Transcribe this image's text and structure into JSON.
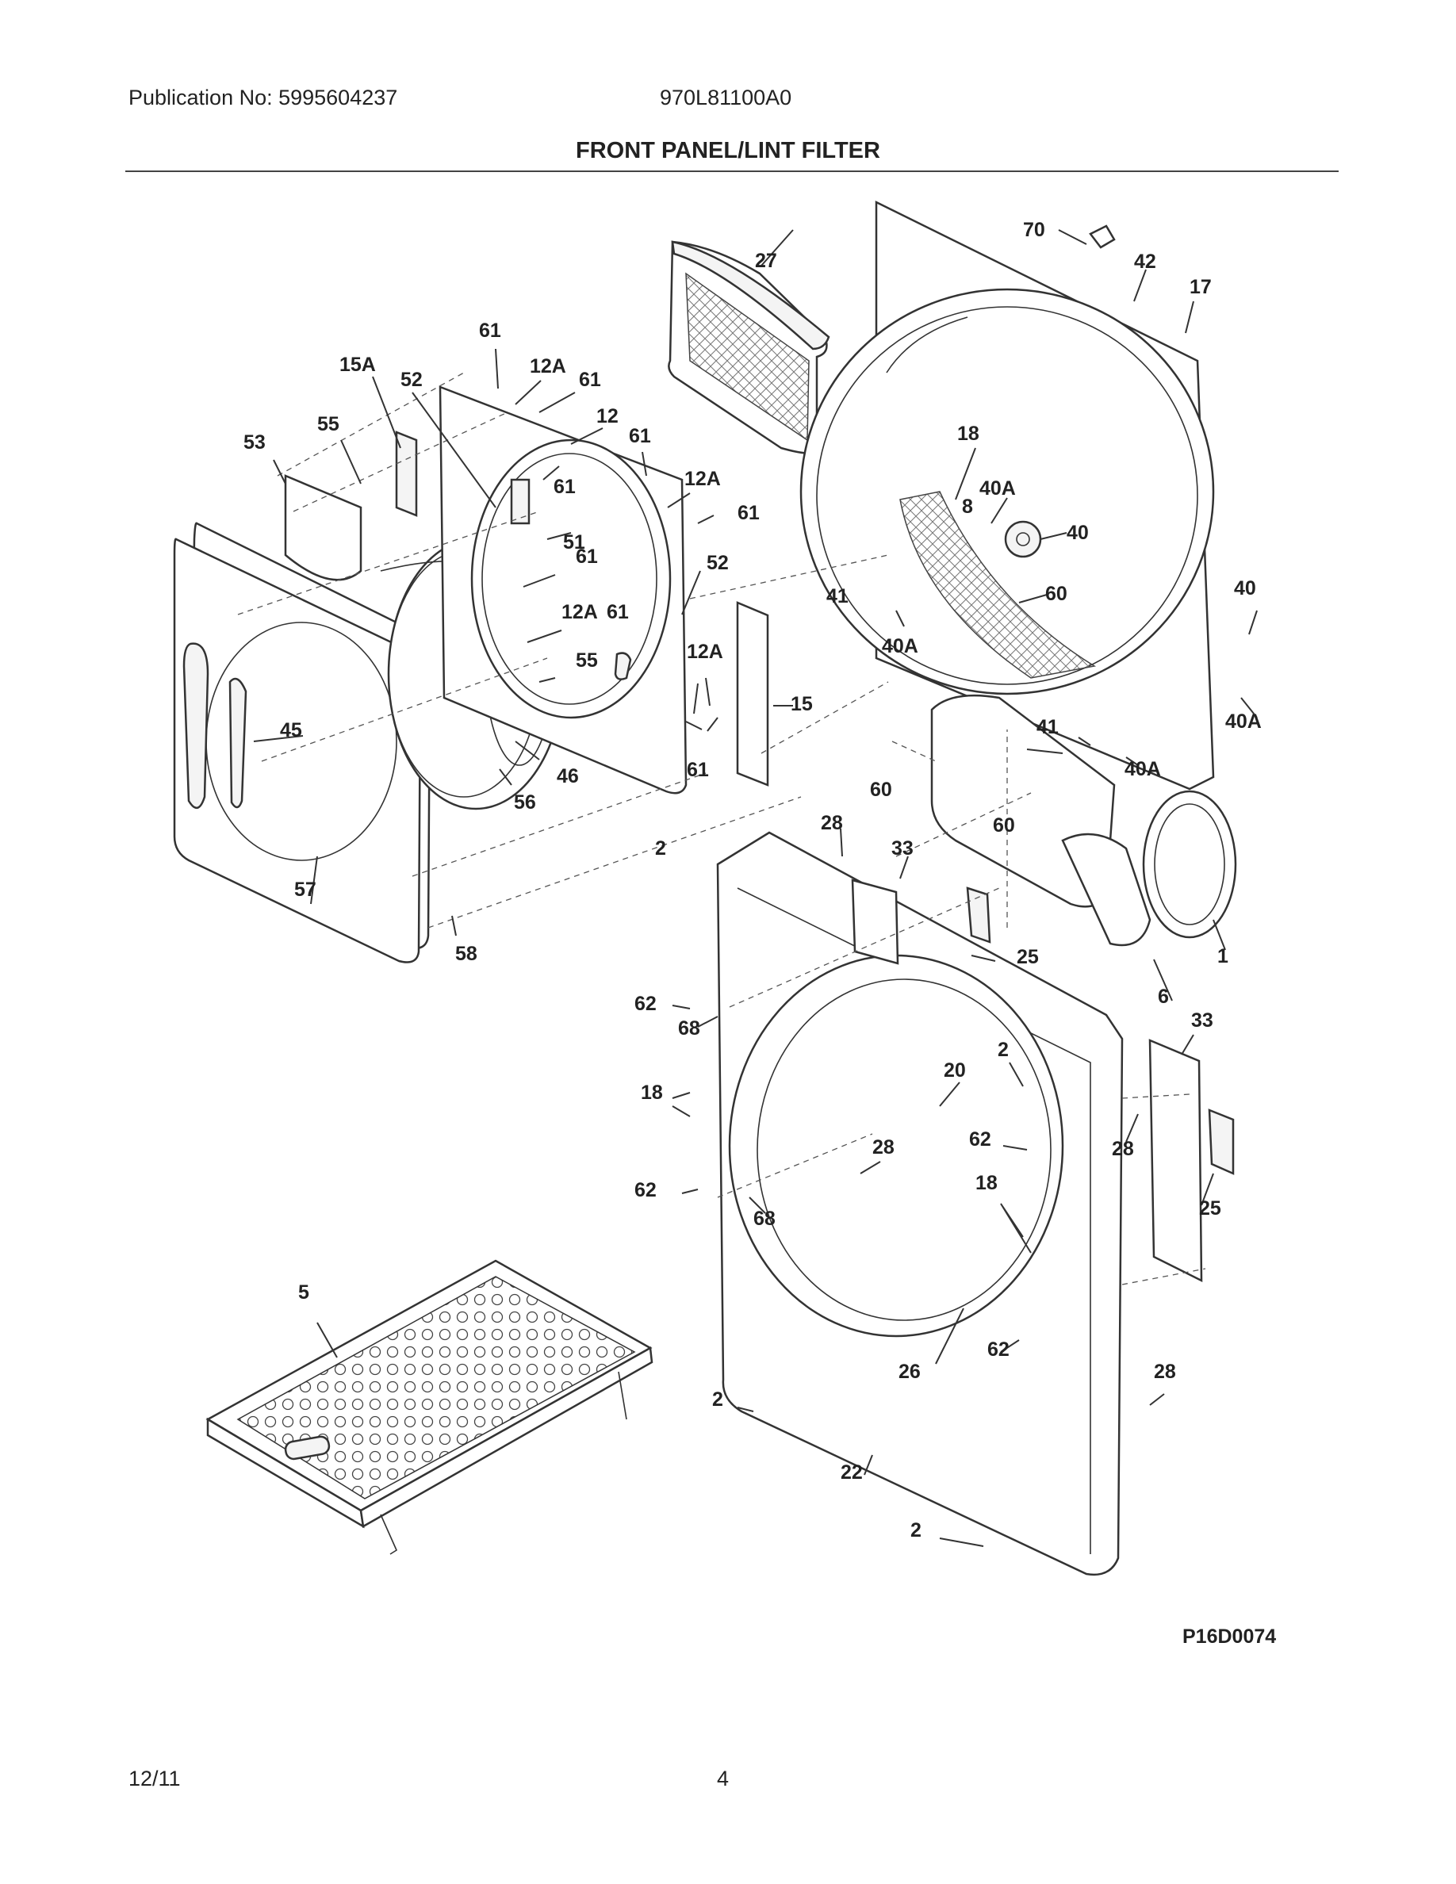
{
  "header": {
    "publication": "Publication No: 5995604237",
    "model": "970L81100A0",
    "title": "FRONT PANEL/LINT FILTER"
  },
  "diagram": {
    "callouts": [
      "1",
      "2",
      "5",
      "6",
      "8",
      "12",
      "12A",
      "15",
      "15A",
      "17",
      "18",
      "20",
      "22",
      "25",
      "26",
      "27",
      "28",
      "33",
      "40",
      "40A",
      "41",
      "42",
      "45",
      "46",
      "51",
      "52",
      "53",
      "55",
      "56",
      "57",
      "58",
      "60",
      "61",
      "62",
      "68",
      "70"
    ]
  },
  "figure_id": "P16D0074",
  "footer": {
    "date": "12/11",
    "page": "4"
  }
}
